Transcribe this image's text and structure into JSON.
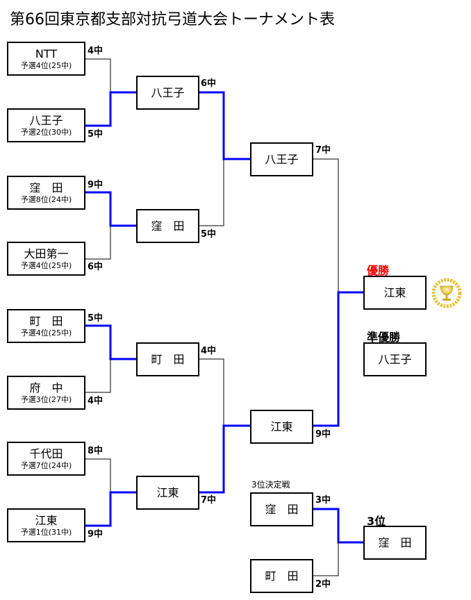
{
  "title": "第66回東京都支部対抗弓道大会トーナメント表",
  "colors": {
    "winner_line": "#0000ff",
    "loser_line": "#000000",
    "champion_label": "#ff0000"
  },
  "round1": [
    {
      "name": "NTT",
      "seed": "予選4位(25中)",
      "score": "4中"
    },
    {
      "name": "八王子",
      "seed": "予選2位(30中)",
      "score": "5中"
    },
    {
      "name": "窪　田",
      "seed": "予選8位(24中)",
      "score": "9中"
    },
    {
      "name": "大田第一",
      "seed": "予選4位(25中)",
      "score": "6中"
    },
    {
      "name": "町　田",
      "seed": "予選4位(25中)",
      "score": "5中"
    },
    {
      "name": "府　中",
      "seed": "予選3位(27中)",
      "score": "4中"
    },
    {
      "name": "千代田",
      "seed": "予選7位(24中)",
      "score": "8中"
    },
    {
      "name": "江東",
      "seed": "予選1位(31中)",
      "score": "9中"
    }
  ],
  "round2": [
    {
      "name": "八王子",
      "score": "6中"
    },
    {
      "name": "窪　田",
      "score": "5中"
    },
    {
      "name": "町　田",
      "score": "4中"
    },
    {
      "name": "江東",
      "score": "7中"
    }
  ],
  "semifinal": [
    {
      "name": "八王子",
      "score": "7中"
    },
    {
      "name": "江東",
      "score": "9中"
    }
  ],
  "results": {
    "champion_label": "優勝",
    "champion": "江東",
    "runner_up_label": "準優勝",
    "runner_up": "八王子",
    "third_place_label": "3位",
    "third_place": "窪　田"
  },
  "third_place_match": {
    "label": "3位決定戦",
    "teams": [
      {
        "name": "窪　田",
        "score": "3中"
      },
      {
        "name": "町　田",
        "score": "2中"
      }
    ]
  },
  "icons": {
    "trophy": "trophy-icon"
  }
}
